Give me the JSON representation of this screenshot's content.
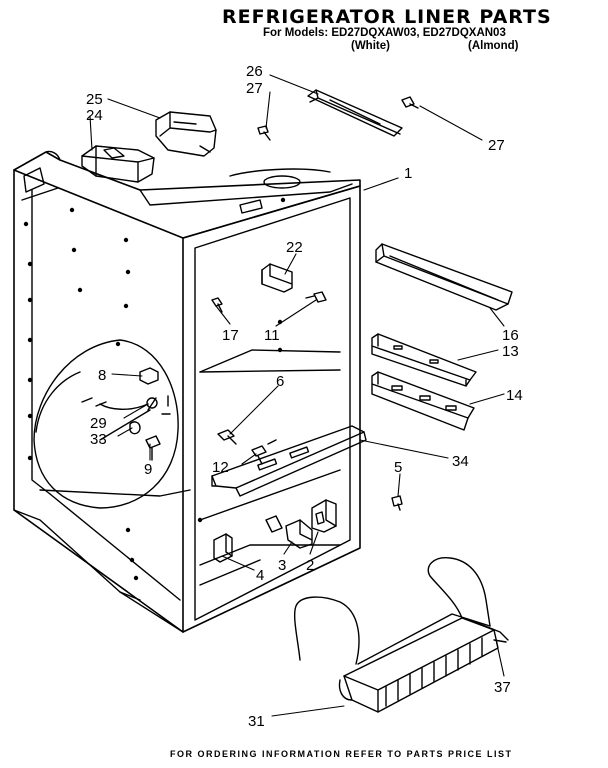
{
  "header": {
    "title": "REFRIGERATOR LINER PARTS",
    "models": "For Models: ED27DQXAW03, ED27DQXAN03",
    "white": "(White)",
    "almond": "(Almond)"
  },
  "callouts": {
    "c26": "26",
    "c27a": "27",
    "c27b": "27",
    "c25": "25",
    "c24": "24",
    "c1": "1",
    "c22": "22",
    "c16": "16",
    "c13": "13",
    "c14": "14",
    "c17": "17",
    "c11": "11",
    "c6": "6",
    "c8": "8",
    "c29": "29",
    "c33": "33",
    "c9": "9",
    "c12": "12",
    "c34": "34",
    "c5": "5",
    "c4": "4",
    "c3": "3",
    "c2": "2",
    "c37": "37",
    "c31": "31"
  },
  "footer": "FOR ORDERING INFORMATION REFER TO PARTS PRICE LIST"
}
